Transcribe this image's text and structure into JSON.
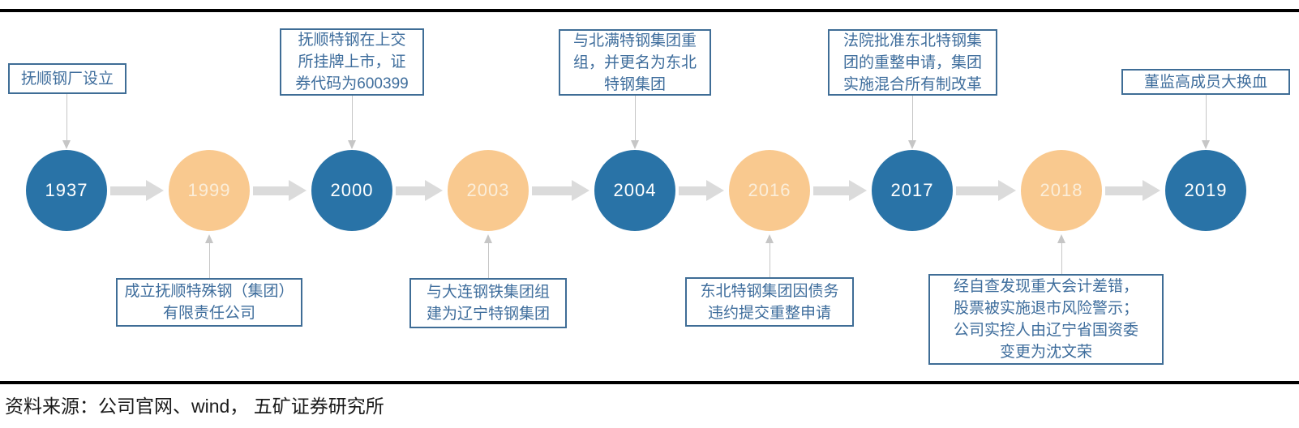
{
  "footer": {
    "source": "资料来源：公司官网、wind， 五矿证券研究所"
  },
  "colors": {
    "node_blue": "#2973A7",
    "node_orange": "#F9C98F",
    "box_border": "#3F6D96",
    "box_text": "#3E6D9C",
    "flow_arrow": "#DBDBDB",
    "connector": "#C6C6C6",
    "divider": "#000000"
  },
  "timeline": {
    "nodes": [
      {
        "year": "1937",
        "color": "blue"
      },
      {
        "year": "1999",
        "color": "orange"
      },
      {
        "year": "2000",
        "color": "blue"
      },
      {
        "year": "2003",
        "color": "orange"
      },
      {
        "year": "2004",
        "color": "blue"
      },
      {
        "year": "2016",
        "color": "orange"
      },
      {
        "year": "2017",
        "color": "blue"
      },
      {
        "year": "2018",
        "color": "orange"
      },
      {
        "year": "2019",
        "color": "blue"
      }
    ],
    "events_top": [
      {
        "year": "1937",
        "lines": [
          "抚顺钢厂设立"
        ]
      },
      {
        "year": "2000",
        "lines": [
          "抚顺特钢在上交",
          "所挂牌上市，证",
          "券代码为600399"
        ]
      },
      {
        "year": "2004",
        "lines": [
          "与北满特钢集团重",
          "组，并更名为东北",
          "特钢集团"
        ]
      },
      {
        "year": "2017",
        "lines": [
          "法院批准东北特钢集",
          "团的重整申请，集团",
          "实施混合所有制改革"
        ]
      },
      {
        "year": "2019",
        "lines": [
          "董监高成员大换血"
        ]
      }
    ],
    "events_bottom": [
      {
        "year": "1999",
        "lines": [
          "成立抚顺特殊钢（集团）",
          "有限责任公司"
        ]
      },
      {
        "year": "2003",
        "lines": [
          "与大连钢铁集团组",
          "建为辽宁特钢集团"
        ]
      },
      {
        "year": "2016",
        "lines": [
          "东北特钢集团因债务",
          "违约提交重整申请"
        ]
      },
      {
        "year": "2018",
        "lines": [
          "经自查发现重大会计差错，",
          "股票被实施退市风险警示；",
          "公司实控人由辽宁省国资委",
          "变更为沈文荣"
        ]
      }
    ]
  }
}
